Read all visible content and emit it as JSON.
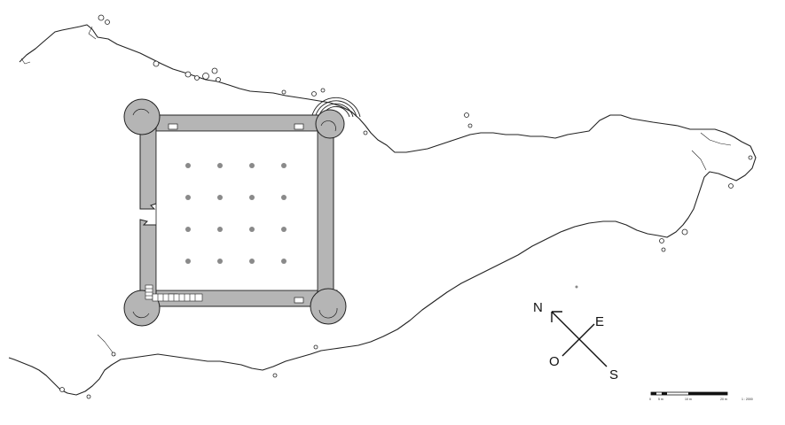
{
  "compass": {
    "north": "N",
    "east": "E",
    "south": "S",
    "west": "O"
  },
  "scale_bar": {
    "labels": [
      "0",
      "5 m",
      "10 m",
      "20 m"
    ],
    "ratio": "1 : 2000"
  },
  "colors": {
    "wall_fill": "#b5b5b5",
    "line": "#222222",
    "background": "#ffffff"
  },
  "fort": {
    "pillar_rows": 4,
    "pillar_cols": 4
  }
}
